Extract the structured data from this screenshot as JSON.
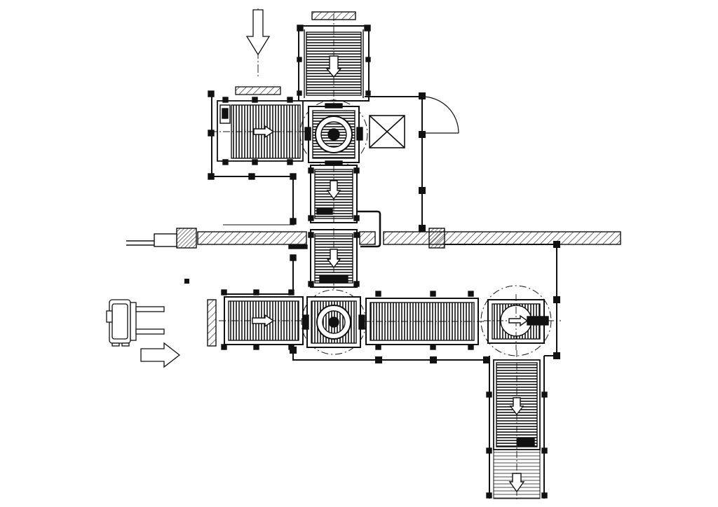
{
  "drawing": {
    "ink_color": "#111111",
    "background_color": "#ffffff",
    "hatch_color": "#222222",
    "components": [
      {
        "kind": "roller-conveyor",
        "name": "conveyor-top-infeed",
        "direction": "down"
      },
      {
        "kind": "roller-conveyor",
        "name": "conveyor-left-upper",
        "direction": "right"
      },
      {
        "kind": "turntable",
        "name": "turntable-upper"
      },
      {
        "kind": "roller-conveyor",
        "name": "conveyor-vertical-upper",
        "direction": "down"
      },
      {
        "kind": "roller-conveyor",
        "name": "conveyor-vertical-lower",
        "direction": "down"
      },
      {
        "kind": "roller-conveyor",
        "name": "conveyor-left-lower",
        "direction": "right"
      },
      {
        "kind": "turntable",
        "name": "turntable-lower"
      },
      {
        "kind": "roller-conveyor",
        "name": "conveyor-middle-lower",
        "direction": "right"
      },
      {
        "kind": "turntable",
        "name": "turntable-right"
      },
      {
        "kind": "chain-conveyor",
        "name": "conveyor-exit-down",
        "direction": "down"
      }
    ],
    "icons": [
      "forklift-icon",
      "flow-arrow-down-icon",
      "flow-arrow-right-icon",
      "lift-box-icon"
    ]
  }
}
